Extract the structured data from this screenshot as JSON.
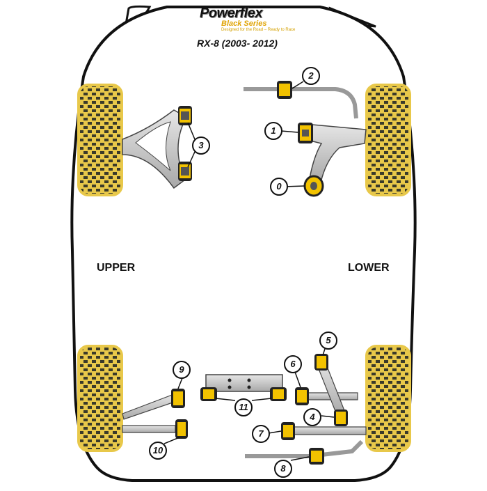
{
  "brand": {
    "name": "Powerflex",
    "series": "Black Series",
    "tagline": "Designed for the Road – Ready to Race",
    "model": "RX-8 (2003- 2012)"
  },
  "zones": {
    "upper": "UPPER",
    "lower": "LOWER"
  },
  "callouts": [
    "0",
    "1",
    "2",
    "3",
    "4",
    "5",
    "6",
    "7",
    "8",
    "9",
    "10",
    "11"
  ],
  "colors": {
    "outline": "#111111",
    "tyre_fill": "#e8c84a",
    "tread": "#3a3a2a",
    "arm_fill": "#cccccc",
    "bush_yellow": "#f2c200"
  }
}
